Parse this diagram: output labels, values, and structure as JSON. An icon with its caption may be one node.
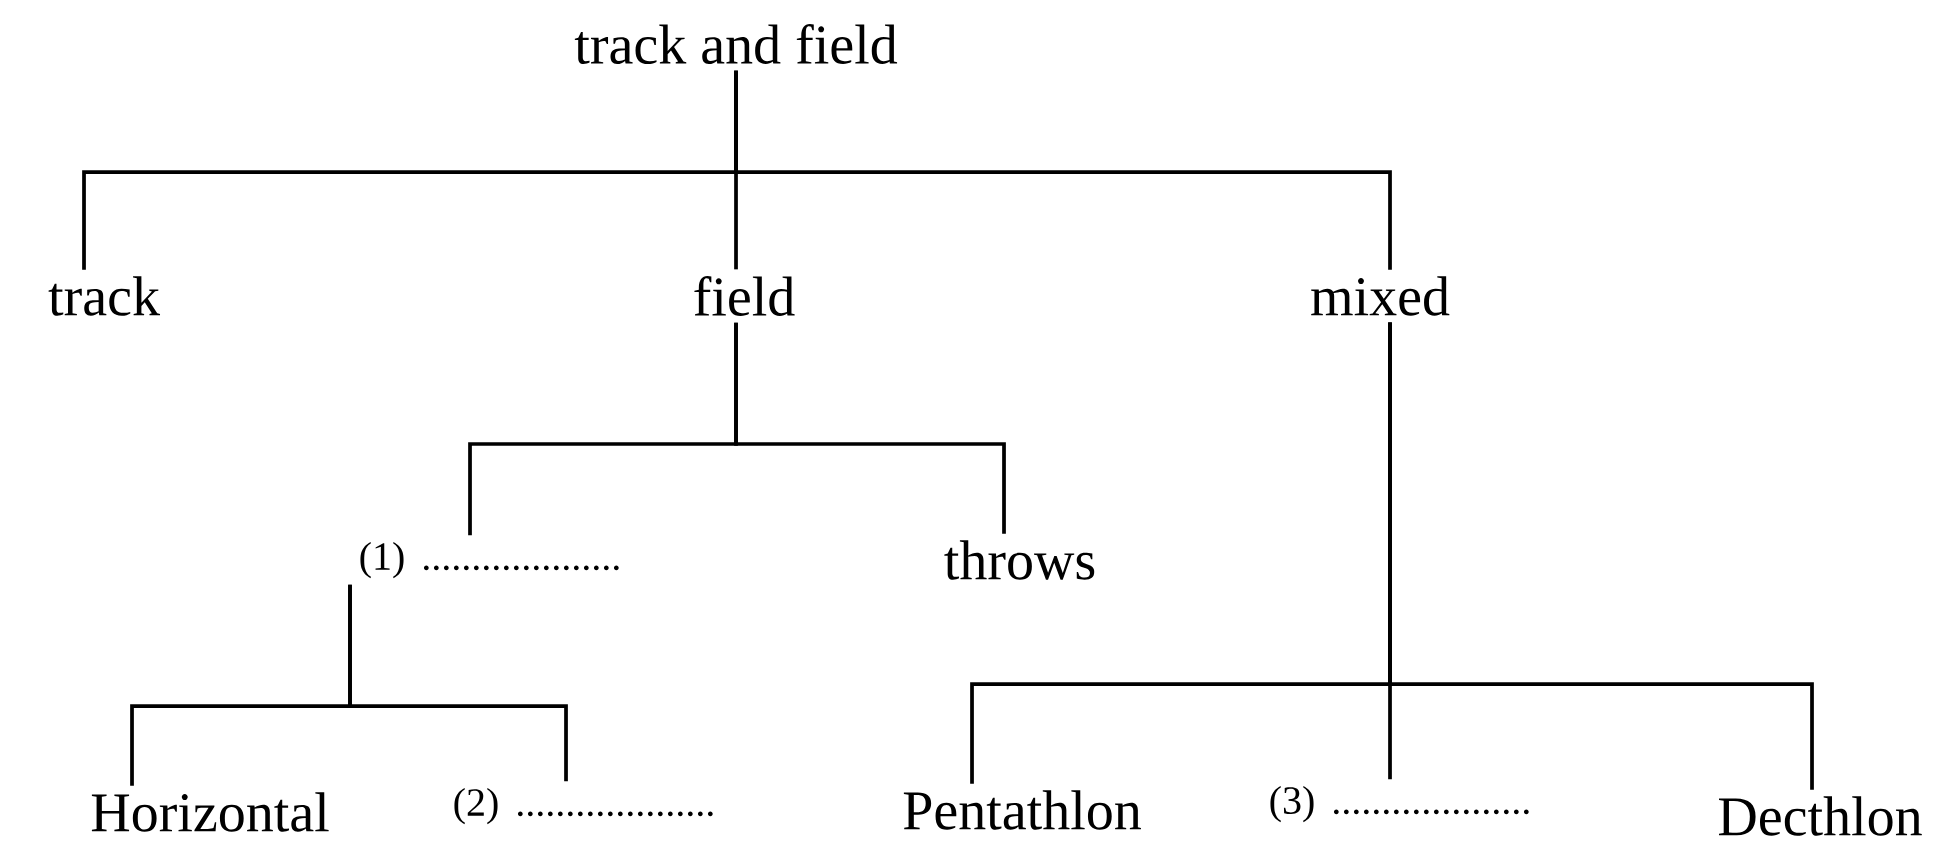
{
  "diagram": {
    "nodes": [
      {
        "text": [
          "track and field"
        ]
      },
      {
        "text": [
          "track"
        ]
      },
      {
        "text": [
          "field"
        ]
      },
      {
        "text": [
          "mixed"
        ]
      },
      {
        "text": [
          "(1)",
          "...................."
        ]
      },
      {
        "text": [
          "throws"
        ]
      },
      {
        "text": [
          "Horizontal"
        ]
      },
      {
        "text": [
          "(2)",
          "...................."
        ]
      },
      {
        "text": [
          "Pentathlon"
        ]
      },
      {
        "text": [
          "(3)",
          "...................."
        ]
      },
      {
        "text": [
          "Decthlon"
        ]
      }
    ],
    "edges": [
      {
        "from": 0,
        "to": 1,
        "arrow": "none"
      },
      {
        "from": 0,
        "to": 2,
        "arrow": "none"
      },
      {
        "from": 0,
        "to": 3,
        "arrow": "none"
      },
      {
        "from": 2,
        "to": 4,
        "arrow": "none"
      },
      {
        "from": 2,
        "to": 5,
        "arrow": "none"
      },
      {
        "from": 4,
        "to": 6,
        "arrow": "none"
      },
      {
        "from": 4,
        "to": 7,
        "arrow": "none"
      },
      {
        "from": 3,
        "to": 8,
        "arrow": "none"
      },
      {
        "from": 3,
        "to": 9,
        "arrow": "none"
      },
      {
        "from": 3,
        "to": 10,
        "arrow": "none"
      }
    ]
  }
}
